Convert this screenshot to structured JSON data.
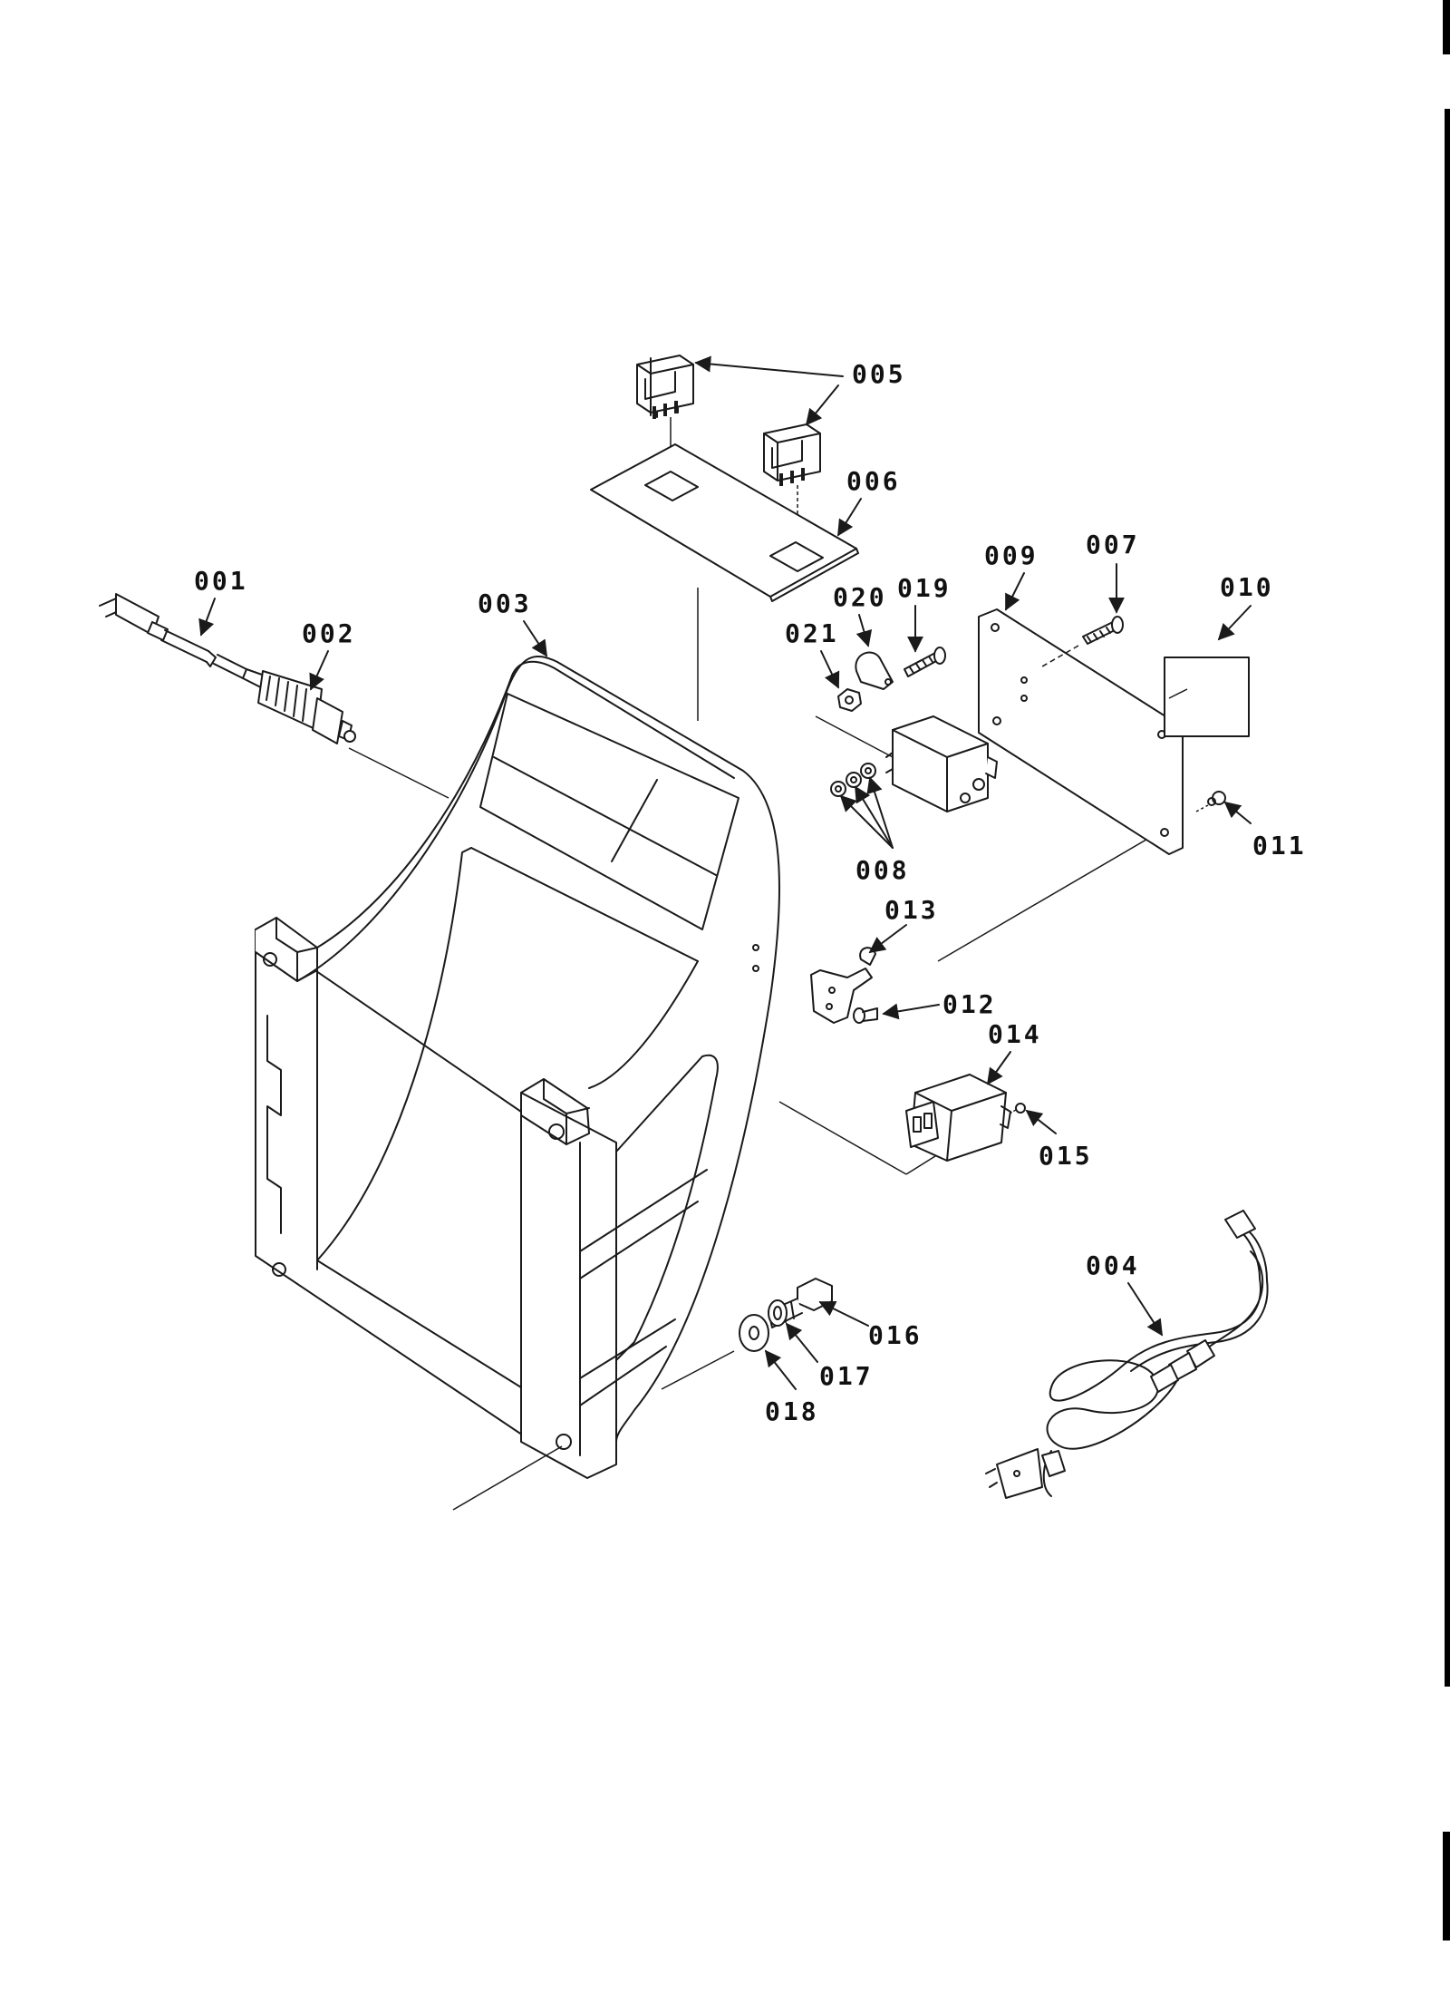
{
  "diagram": {
    "type": "exploded-parts-view",
    "line_color": "#1a1a1a",
    "background": "#ffffff",
    "callouts": [
      {
        "id": "001",
        "label": "001"
      },
      {
        "id": "002",
        "label": "002"
      },
      {
        "id": "003",
        "label": "003"
      },
      {
        "id": "004",
        "label": "004"
      },
      {
        "id": "005",
        "label": "005"
      },
      {
        "id": "006",
        "label": "006"
      },
      {
        "id": "007",
        "label": "007"
      },
      {
        "id": "008",
        "label": "008"
      },
      {
        "id": "009",
        "label": "009"
      },
      {
        "id": "010",
        "label": "010"
      },
      {
        "id": "011",
        "label": "011"
      },
      {
        "id": "012",
        "label": "012"
      },
      {
        "id": "013",
        "label": "013"
      },
      {
        "id": "014",
        "label": "014"
      },
      {
        "id": "015",
        "label": "015"
      },
      {
        "id": "016",
        "label": "016"
      },
      {
        "id": "017",
        "label": "017"
      },
      {
        "id": "018",
        "label": "018"
      },
      {
        "id": "019",
        "label": "019"
      },
      {
        "id": "020",
        "label": "020"
      },
      {
        "id": "021",
        "label": "021"
      }
    ]
  }
}
